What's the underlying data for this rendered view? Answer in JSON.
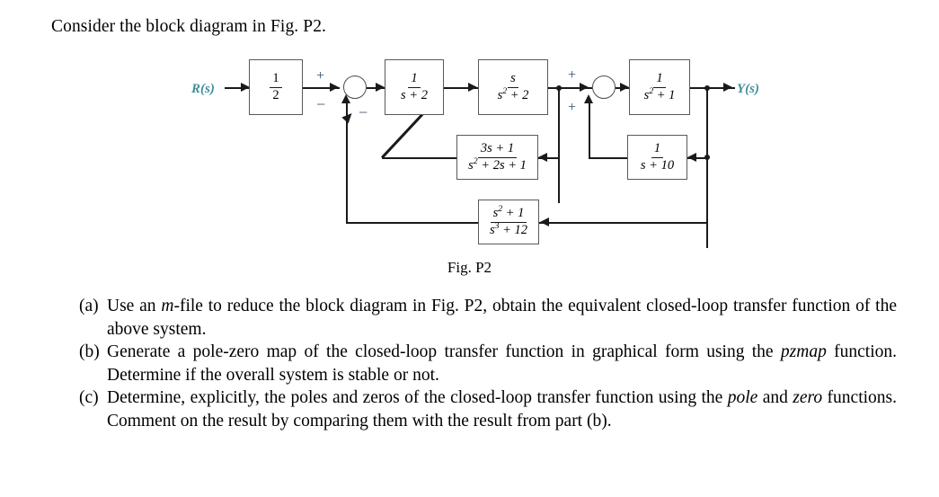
{
  "intro": {
    "text": "Consider the block diagram in Fig. P2."
  },
  "figure": {
    "caption": "Fig. P2",
    "input_label": "R(s)",
    "output_label": "Y(s)",
    "accent_signal_color": "#3f8f9b",
    "sign_color": "#33506b",
    "block_border_color": "#595959",
    "wire_color": "#1a1a1a",
    "blocks": [
      {
        "id": "gain",
        "numerator": "1",
        "denominator": "2",
        "style": "upright"
      },
      {
        "id": "g1",
        "numerator": "1",
        "denominator": "s + 2",
        "style": "italic"
      },
      {
        "id": "g2",
        "numerator": "s",
        "denominator": "s² + 2",
        "style": "italic"
      },
      {
        "id": "g3",
        "numerator": "1",
        "denominator": "s² + 1",
        "style": "italic"
      },
      {
        "id": "h1",
        "numerator": "3s + 1",
        "denominator": "s² + 2s + 1",
        "style": "italic"
      },
      {
        "id": "h2",
        "numerator": "1",
        "denominator": "s + 10",
        "style": "italic"
      },
      {
        "id": "h3",
        "numerator": "s² + 1",
        "denominator": "s³ + 12",
        "style": "italic"
      }
    ],
    "signs": {
      "sum1_input_plus": "+",
      "sum1_feedback_minus_outer": "−",
      "sum1_feedback_minus_inner": "−",
      "sum2_input_plus": "+",
      "sum2_feedback_plus": "+"
    }
  },
  "questions": [
    {
      "marker": "(a)",
      "segments": [
        {
          "t": "Use an "
        },
        {
          "t": "m",
          "i": true
        },
        {
          "t": "-file to reduce the block diagram in Fig. P2, obtain the equivalent closed-loop transfer function of the above system."
        }
      ]
    },
    {
      "marker": "(b)",
      "segments": [
        {
          "t": "Generate a pole-zero map of the closed-loop transfer function in graphical form using the "
        },
        {
          "t": "pzmap",
          "i": true
        },
        {
          "t": " function. Determine if the overall system is stable or not."
        }
      ]
    },
    {
      "marker": "(c)",
      "segments": [
        {
          "t": "Determine, explicitly, the poles and zeros of the closed-loop transfer function using the "
        },
        {
          "t": "pole",
          "i": true
        },
        {
          "t": " and "
        },
        {
          "t": "zero",
          "i": true
        },
        {
          "t": " functions. Comment on the result by comparing them with the result from part (b)."
        }
      ]
    }
  ]
}
